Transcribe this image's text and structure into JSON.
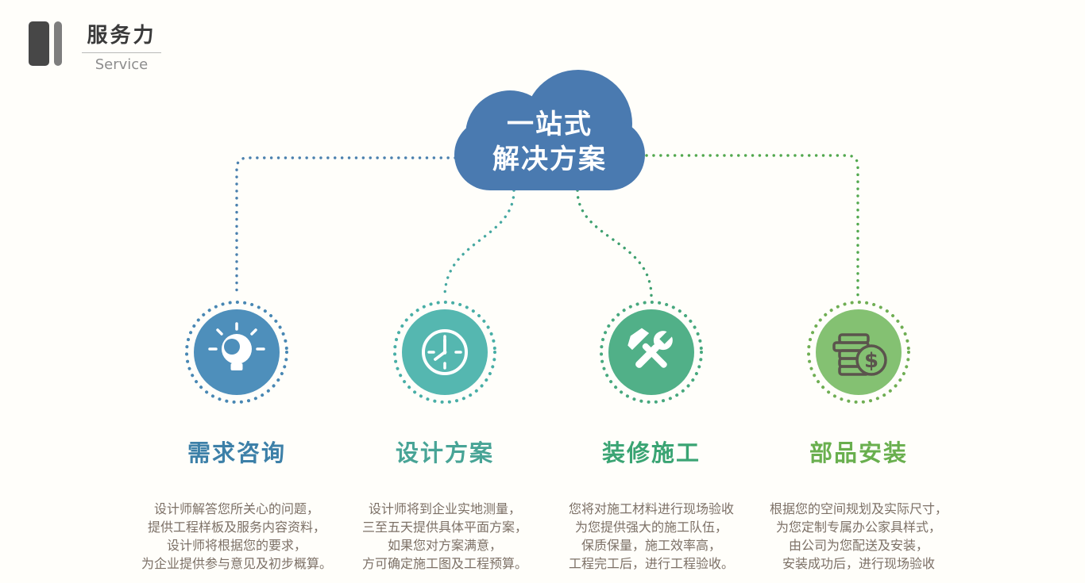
{
  "header": {
    "title": "服务力",
    "subtitle": "Service"
  },
  "cloud": {
    "line1": "一站式",
    "line2": "解决方案",
    "color": "#4a7ab0",
    "text_color": "#ffffff"
  },
  "items": [
    {
      "heading": "需求咨询",
      "icon": "lightbulb-icon",
      "circle_color": "#4e8fbb",
      "ring_color": "#4887b3",
      "heading_color": "#3d80a8",
      "connector_color": "#4a80ae",
      "desc_lines": [
        "设计师解答您所关心的问题，",
        "提供工程样板及服务内容资料，",
        "设计师将根据您的要求，",
        "为企业提供参与意见及初步概算。"
      ]
    },
    {
      "heading": "设计方案",
      "icon": "clock-icon",
      "circle_color": "#55b7b0",
      "ring_color": "#48aea6",
      "heading_color": "#48a496",
      "connector_color": "#46a8a1",
      "desc_lines": [
        "设计师将到企业实地测量，",
        "三至五天提供具体平面方案，",
        "如果您对方案满意，",
        "方可确定施工图及工程预算。"
      ]
    },
    {
      "heading": "装修施工",
      "icon": "hammer-wrench-icon",
      "circle_color": "#51b088",
      "ring_color": "#47a87e",
      "heading_color": "#3aa473",
      "connector_color": "#3fa070",
      "desc_lines": [
        "您将对施工材料进行现场验收",
        "为您提供强大的施工队伍，",
        "保质保量，施工效率高，",
        "工程完工后，进行工程验收。"
      ]
    },
    {
      "heading": "部品安装",
      "icon": "coins-icon",
      "icon_char": "$",
      "circle_color": "#84c172",
      "ring_color": "#6fae53",
      "heading_color": "#69af4e",
      "connector_color": "#52a84e",
      "desc_lines": [
        "根据您的空间规划及实际尺寸，",
        "为您定制专属办公家具样式，",
        "由公司为您配送及安装，",
        "安装成功后，进行现场验收"
      ]
    }
  ],
  "colors": {
    "background": "#fffefa",
    "description_text": "#7c7066",
    "logo_bar_dark": "#474747",
    "logo_bar_light": "#7e7e7e"
  }
}
